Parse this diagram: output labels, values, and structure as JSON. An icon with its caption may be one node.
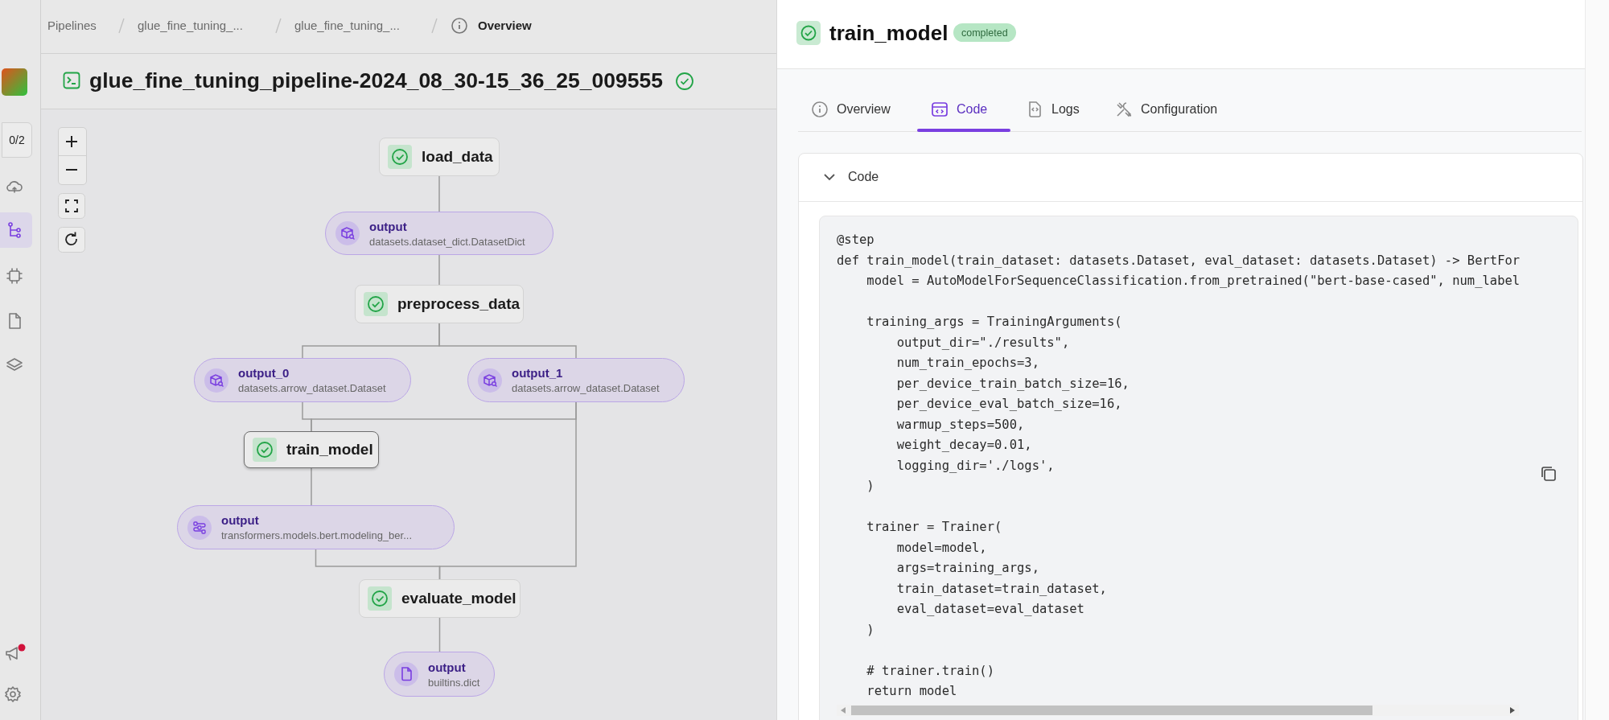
{
  "diagram": {
    "nodes": [
      {
        "text": [
          "load_data"
        ]
      },
      {
        "text": [
          "output",
          "datasets.dataset_dict.DatasetDict"
        ]
      },
      {
        "text": [
          "preprocess_data"
        ]
      },
      {
        "text": [
          "output_0",
          "datasets.arrow_dataset.Dataset"
        ]
      },
      {
        "text": [
          "output_1",
          "datasets.arrow_dataset.Dataset"
        ]
      },
      {
        "text": [
          "train_model"
        ]
      },
      {
        "text": [
          "output",
          "transformers.models.bert.modeling_ber..."
        ]
      },
      {
        "text": [
          "evaluate_model"
        ]
      },
      {
        "text": [
          "output",
          "builtins.dict"
        ]
      }
    ],
    "edges": [
      {
        "from": 0,
        "to": 1,
        "arrow": "none"
      },
      {
        "from": 1,
        "to": 2,
        "arrow": "none"
      },
      {
        "from": 2,
        "to": 3,
        "arrow": "none"
      },
      {
        "from": 2,
        "to": 4,
        "arrow": "none"
      },
      {
        "from": 3,
        "to": 5,
        "arrow": "none"
      },
      {
        "from": 4,
        "to": 5,
        "arrow": "none"
      },
      {
        "from": 5,
        "to": 6,
        "arrow": "none"
      },
      {
        "from": 6,
        "to": 7,
        "arrow": "none"
      },
      {
        "from": 4,
        "to": 7,
        "arrow": "none"
      },
      {
        "from": 7,
        "to": 8,
        "arrow": "none"
      }
    ],
    "labels": [
      "Pipelines",
      "glue_fine_tuning_...",
      "glue_fine_tuning_...",
      "Overview",
      "glue_fine_tuning_pipeline-2024_08_30-15_36_25_009555",
      "0/2",
      "train_model",
      "completed",
      "Overview",
      "Code",
      "Logs",
      "Configuration",
      "Code",
      "@step",
      "def train_model(train_dataset: datasets.Dataset, eval_dataset: datasets.Dataset) -> BertFor",
      "    model = AutoModelForSequenceClassification.from_pretrained(\"bert-base-cased\", num_label",
      "    training_args = TrainingArguments(",
      "        output_dir=\"./results\",",
      "        num_train_epochs=3,",
      "        per_device_train_batch_size=16,",
      "        per_device_eval_batch_size=16,",
      "        warmup_steps=500,",
      "        weight_decay=0.01,",
      "        logging_dir='./logs',",
      "    )",
      "    trainer = Trainer(",
      "        model=model,",
      "        args=training_args,",
      "        train_dataset=train_dataset,",
      "        eval_dataset=eval_dataset",
      "    )",
      "    # trainer.train()",
      "    return model"
    ]
  }
}
